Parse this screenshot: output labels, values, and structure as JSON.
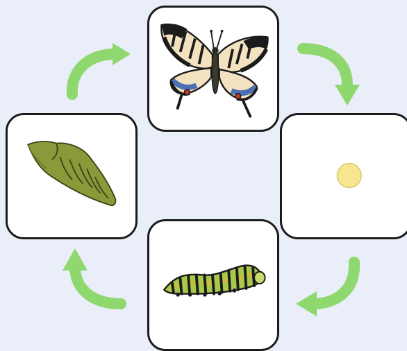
{
  "diagram": {
    "stages": [
      {
        "id": "butterfly",
        "label": "",
        "icon": "butterfly-icon"
      },
      {
        "id": "egg",
        "label": "",
        "icon": "egg-icon"
      },
      {
        "id": "caterpillar",
        "label": "",
        "icon": "caterpillar-icon"
      },
      {
        "id": "pupa",
        "label": "",
        "icon": "chrysalis-icon"
      }
    ],
    "cycle_order": [
      "butterfly",
      "egg",
      "caterpillar",
      "pupa"
    ],
    "colors": {
      "background": "#e9eef8",
      "arrow": "#8ed86f",
      "card_border": "#1b1b1b",
      "egg": "#f6e690",
      "pupa": "#8a9a3a",
      "butterfly_wing": "#f3e2bf",
      "butterfly_blue": "#4a6fb5",
      "caterpillar": "#a9c84a"
    }
  }
}
